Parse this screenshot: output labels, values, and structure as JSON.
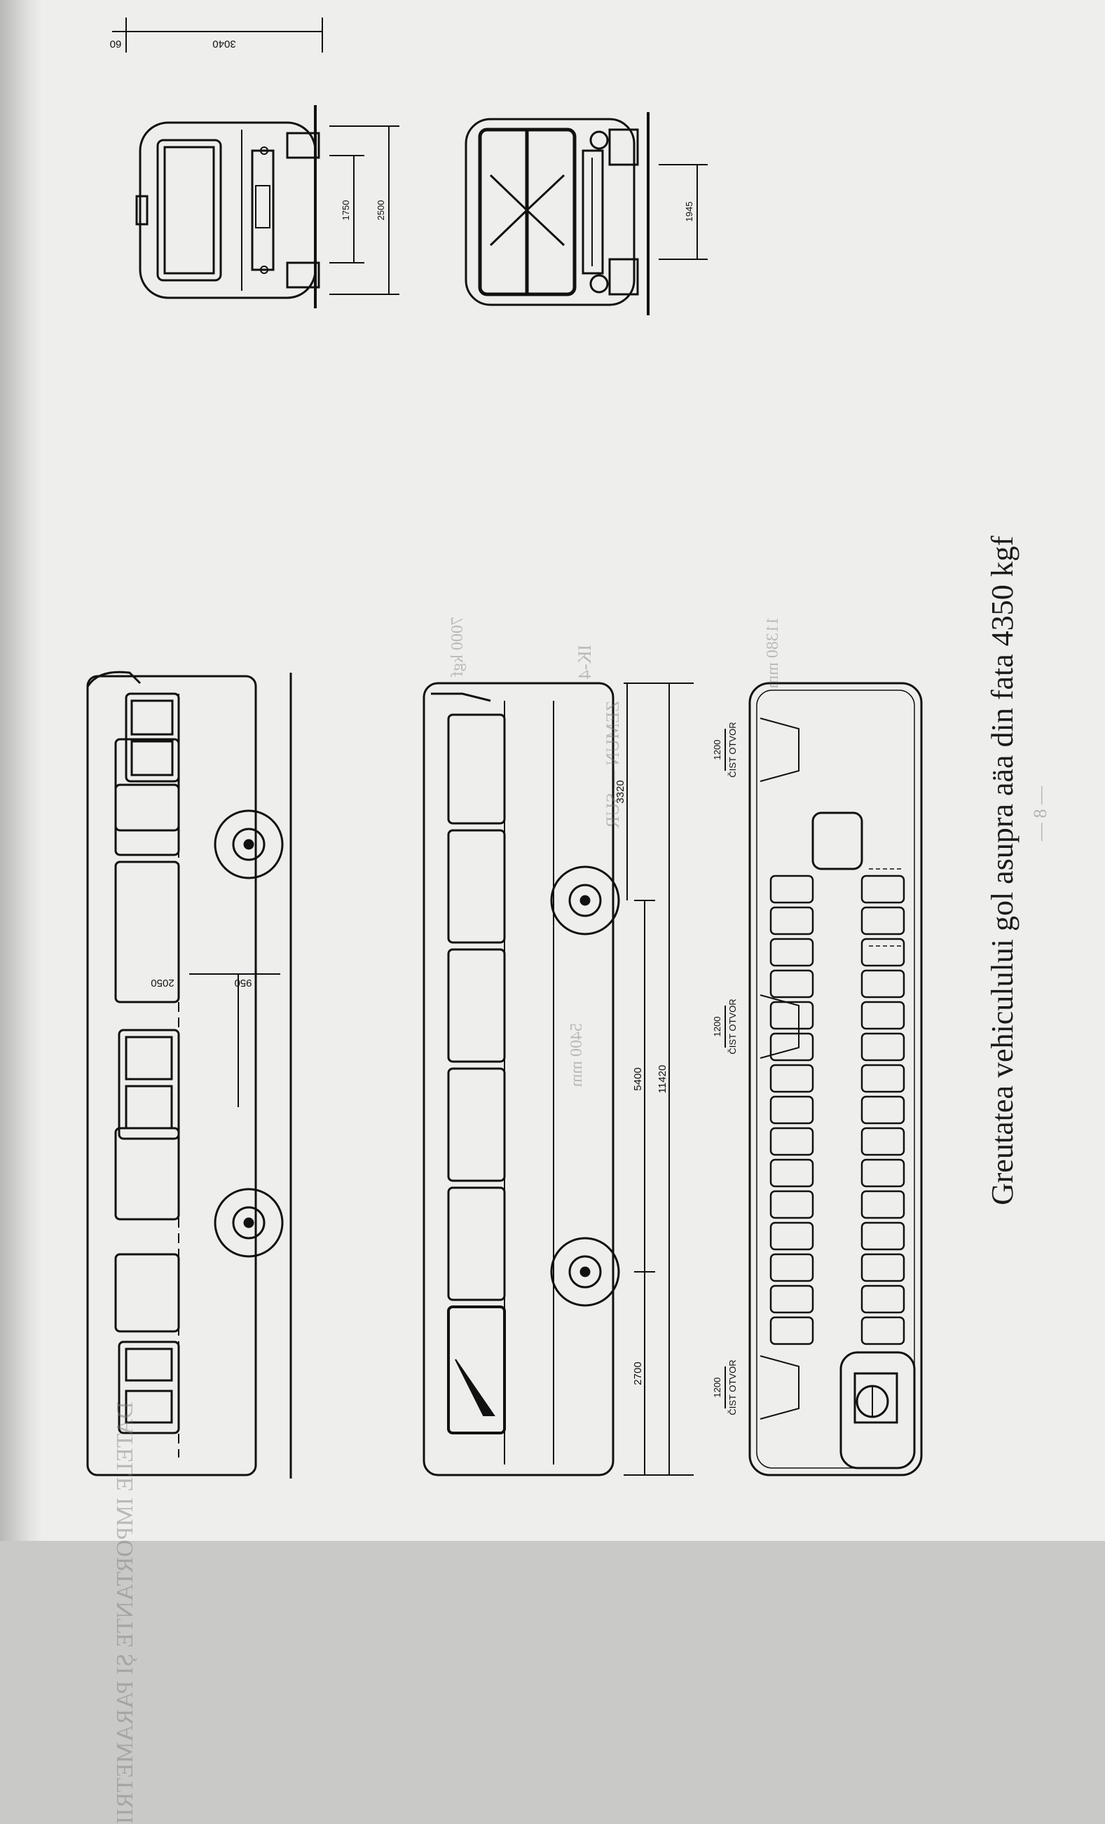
{
  "caption": "Greutatea vehiculului gol asupra aäa din fata 4350 kgf",
  "page_number": "— 8 —",
  "dimensions": {
    "top_overall": "3040",
    "top_small": "60",
    "front_1750": "1750",
    "front_2500": "2500",
    "front2_1945": "1945",
    "side_2050": "2050",
    "side_950": "950",
    "side_2700": "2700",
    "side_5400": "5400",
    "side_11420": "11420",
    "side_3320": "3320",
    "door_front": "1200",
    "door_mid": "1200",
    "door_rear": "1200",
    "door_label": "ČIST OTVOR"
  },
  "bleed_through": {
    "heading": "DATELE IMPORTANTE ȘI PARAMETRII",
    "spec_1": "IK-4",
    "spec_2": "ZEMUN — SUR",
    "spec_3": "7000 kgf",
    "spec_4": "5400 mm",
    "spec_5": "11380 mm"
  }
}
